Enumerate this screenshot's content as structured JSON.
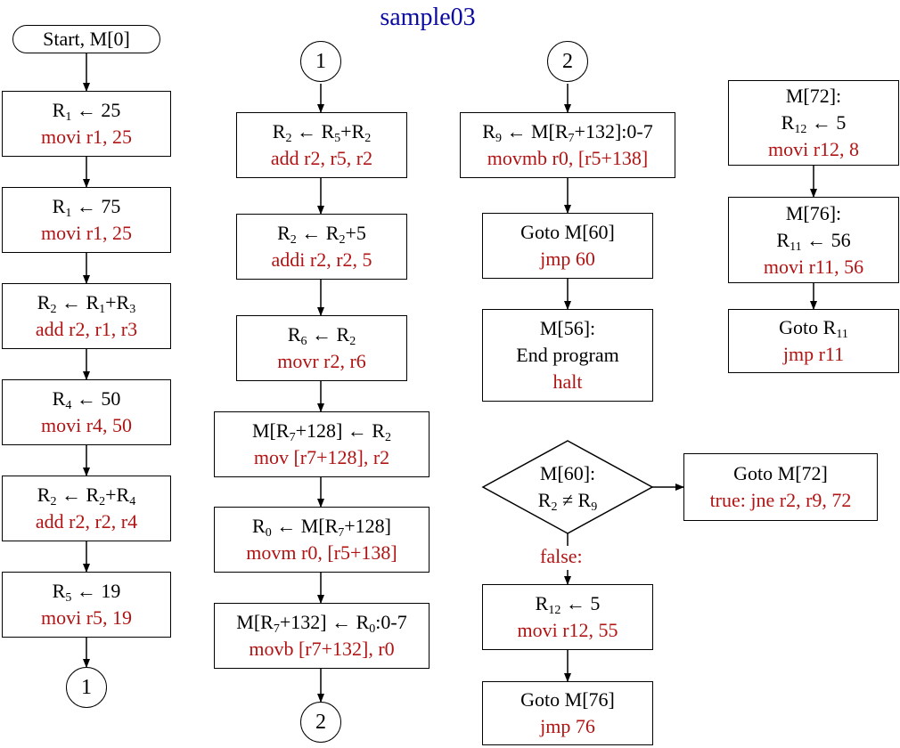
{
  "title": "sample03",
  "start": "Start, M[0]",
  "connectors": {
    "c1": "1",
    "c2": "2"
  },
  "col1": [
    {
      "lhs": "R",
      "lhs_sub": "1",
      "rhs": " ← 25",
      "code": "movi r1, 25"
    },
    {
      "lhs": "R",
      "lhs_sub": "1",
      "rhs": " ← 75",
      "code": "movi r1, 25"
    },
    {
      "code": "add r2, r1, r3"
    },
    {
      "lhs": "R",
      "lhs_sub": "4",
      "rhs": " ← 50",
      "code": "movi r4, 50"
    },
    {
      "code": "add r2, r2, r4"
    },
    {
      "lhs": "R",
      "lhs_sub": "5",
      "rhs": " ← 19",
      "code": "movi r5, 19"
    }
  ],
  "col2": [
    {
      "code": "add r2, r5, r2"
    },
    {
      "code": "addi r2, r2, 5"
    },
    {
      "code": "movr r2, r6"
    },
    {
      "code": "mov [r7+128], r2"
    },
    {
      "code": "movm r0, [r5+138]"
    },
    {
      "code": "movb [r7+132], r0"
    }
  ],
  "col3": [
    {
      "code": "movmb r0, [r5+138]"
    },
    {
      "line1": "Goto M[60]",
      "code": "jmp 60"
    },
    {
      "line1": "M[56]:",
      "line2": "End program",
      "code": "halt"
    }
  ],
  "col4": [
    {
      "line1": "M[72]:",
      "code": "movi r12, 8"
    },
    {
      "line1": "M[76]:",
      "code": "movi r11, 56"
    },
    {
      "code": "jmp r11"
    }
  ],
  "decision": {
    "line1": "M[60]:"
  },
  "true_box": {
    "line1": "Goto M[72]",
    "code": "true: jne r2, r9, 72"
  },
  "false_label": "false:",
  "false_box1": {
    "code": "movi r12, 55"
  },
  "false_box2": {
    "line1": "Goto M[76]",
    "code": "jmp 76"
  }
}
